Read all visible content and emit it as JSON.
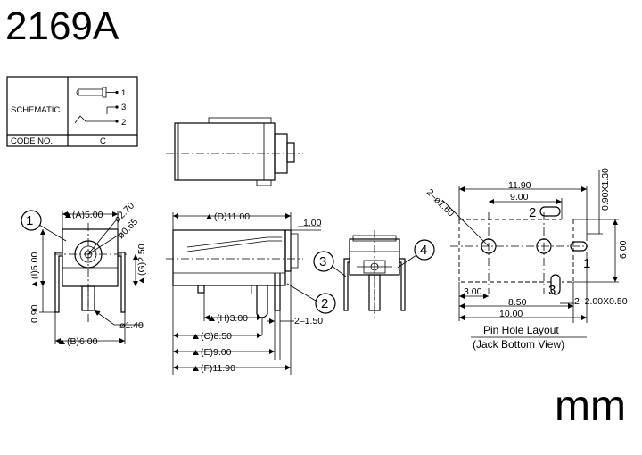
{
  "title": "2169A",
  "unit": "mm",
  "schematic_table": {
    "schematic_label": "SCHEMATIC",
    "code_label": "CODE NO.",
    "code_value": "C",
    "pins": [
      "1",
      "3",
      "2"
    ]
  },
  "front_view": {
    "callout": "1",
    "dim_a": "(A)5.00",
    "dim_i": "(I)5.00",
    "dim_g": "(G)2.50",
    "dim_b": "(B)6.00",
    "dim_pin_dia": "ø1.40",
    "dim_hole_outer": "ø2.70",
    "dim_hole_inner": "ø0.65",
    "dim_pin_len": "0.90"
  },
  "side_view": {
    "dim_d": "(D)11.00",
    "dim_top": "1.00",
    "dim_h": "(H)3.00",
    "dim_c": "(C)8.50",
    "dim_e": "(E)9.00",
    "dim_f": "(F)11.90",
    "dim_pin": "2–1.50",
    "callout": "2"
  },
  "end_view": {
    "callout_left": "3",
    "callout_right": "4"
  },
  "pin_layout": {
    "dim_11_90": "11.90",
    "dim_9_00": "9.00",
    "dim_hole": "2–ø1.60",
    "dim_0_90": "0.90X1.30",
    "dim_6_00": "6.00",
    "dim_3_00": "3.00",
    "dim_8_50": "8.50",
    "dim_slots": "2–2.00X0.50",
    "dim_10_00": "10.00",
    "pin_1": "1",
    "pin_2": "2",
    "pin_3": "3",
    "caption_line1": "Pin Hole Layout",
    "caption_line2": "(Jack Bottom View)"
  }
}
